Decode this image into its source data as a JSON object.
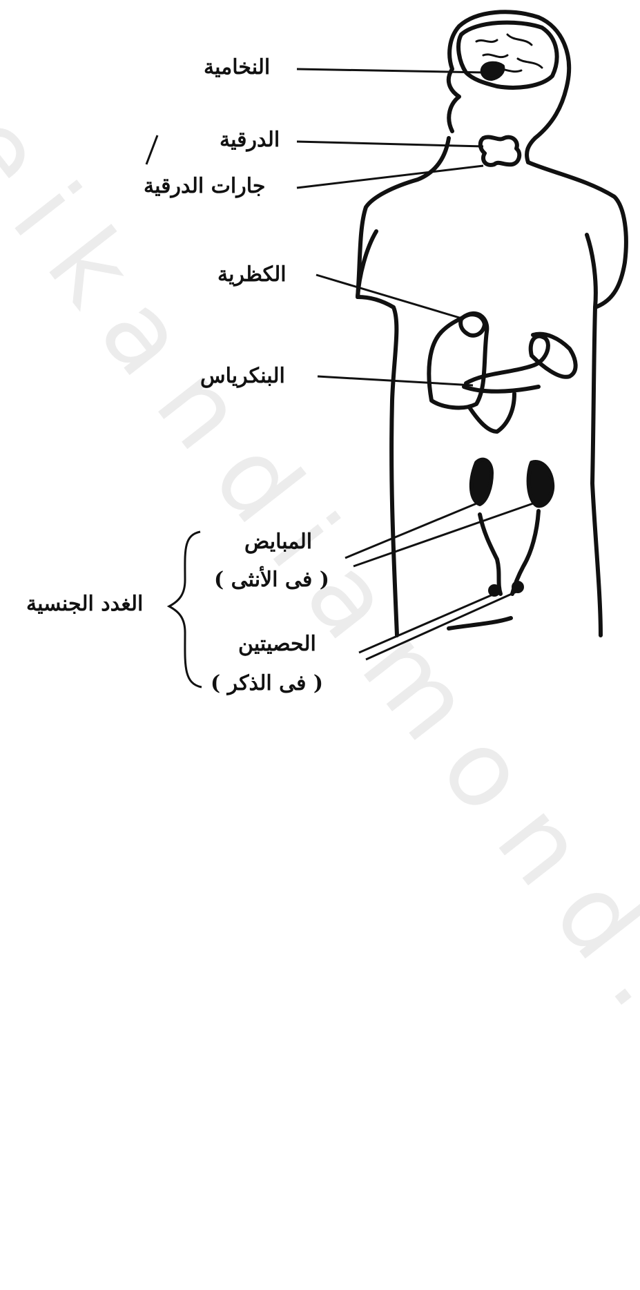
{
  "watermark": "eikandiamond.com",
  "labels": {
    "pituitary": "النخامية",
    "thyroid": "الدرقية",
    "parathyroid": "جارات الدرقية",
    "adrenal": "الكظرية",
    "pancreas": "البنكرياس",
    "ovaries": "المبايض",
    "ovaries_note": "( فى الأنثى )",
    "testes": "الحصيتين",
    "testes_note": "( فى الذكر )",
    "gonads": "الغدد الجنسية"
  },
  "colors": {
    "ink": "#111111",
    "watermark": "#ececec"
  }
}
